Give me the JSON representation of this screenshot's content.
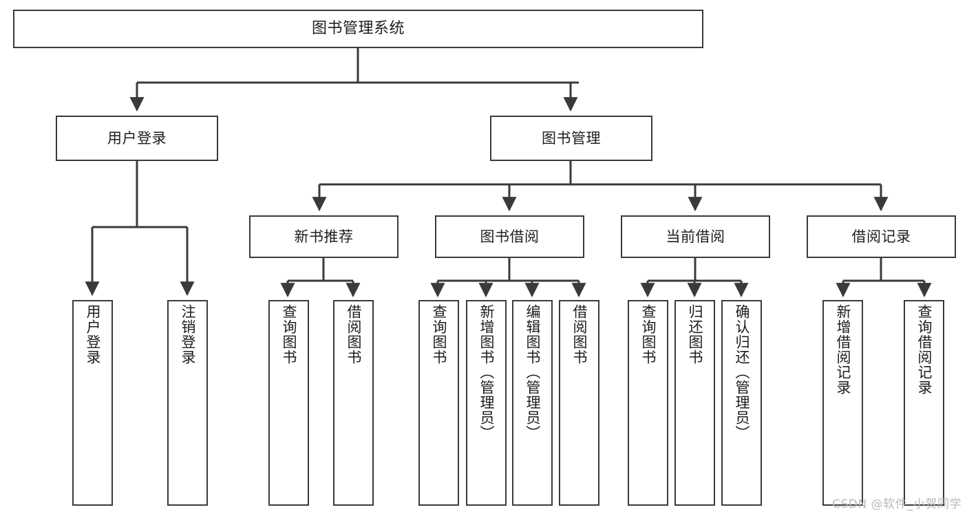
{
  "diagram": {
    "type": "tree-hierarchy",
    "title": "图书管理系统",
    "watermark": "CSDN @软件_小贺同学",
    "colors": {
      "stroke": "#3a3a3a",
      "fill": "#ffffff",
      "text": "#1d1d1d",
      "watermark": "#b9b9b9"
    },
    "levels": {
      "root": {
        "label": "图书管理系统"
      },
      "level2": [
        {
          "label": "用户登录"
        },
        {
          "label": "图书管理"
        }
      ],
      "level3": [
        {
          "label": "新书推荐"
        },
        {
          "label": "图书借阅"
        },
        {
          "label": "当前借阅"
        },
        {
          "label": "借阅记录"
        }
      ]
    },
    "leaves": {
      "user_login": [
        {
          "label": "用户登录"
        },
        {
          "label": "注销登录"
        }
      ],
      "new_book_recommend": [
        {
          "label": "查询图书"
        },
        {
          "label": "借阅图书"
        }
      ],
      "book_borrow": [
        {
          "label": "查询图书"
        },
        {
          "label": "新增图书（管理员）"
        },
        {
          "label": "编辑图书（管理员）"
        },
        {
          "label": "借阅图书"
        }
      ],
      "current_borrow": [
        {
          "label": "查询图书"
        },
        {
          "label": "归还图书"
        },
        {
          "label": "确认归还（管理员）"
        }
      ],
      "borrow_record": [
        {
          "label": "新增借阅记录"
        },
        {
          "label": "查询借阅记录"
        }
      ]
    }
  }
}
